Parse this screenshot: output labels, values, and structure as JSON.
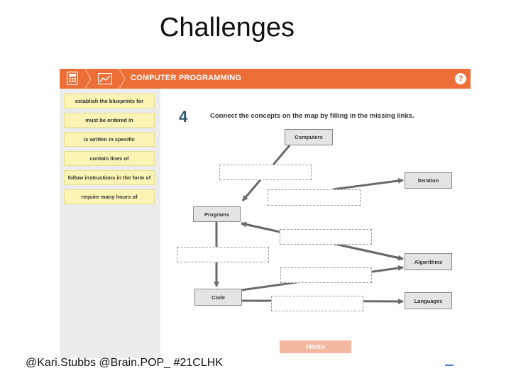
{
  "slide": {
    "title": "Challenges",
    "footer": "@Kari.Stubbs  @Brain.POP_ #21CLHK"
  },
  "app": {
    "header_title": "COMPUTER PROGRAMMING",
    "help_label": "?",
    "step_number": "4",
    "instruction": "Connect the concepts on the map by filling in the missing links.",
    "finish_label": "FINISH",
    "accent_color": "#ee6e37"
  },
  "sidebar": {
    "chips": [
      {
        "label": "establish the blueprints for"
      },
      {
        "label": "must be ordered in"
      },
      {
        "label": "is written in specific"
      },
      {
        "label": "contain lines of"
      },
      {
        "label": "follow instructions in the form of"
      },
      {
        "label": "require many hours of"
      }
    ]
  },
  "concept_map": {
    "nodes": {
      "computers": "Computers",
      "iteration": "Iteration",
      "programs": "Programs",
      "algorithms": "Algorithms",
      "code": "Code",
      "languages": "Languages"
    }
  },
  "icons": [
    "calculator-icon",
    "chart-icon",
    "help-icon"
  ]
}
